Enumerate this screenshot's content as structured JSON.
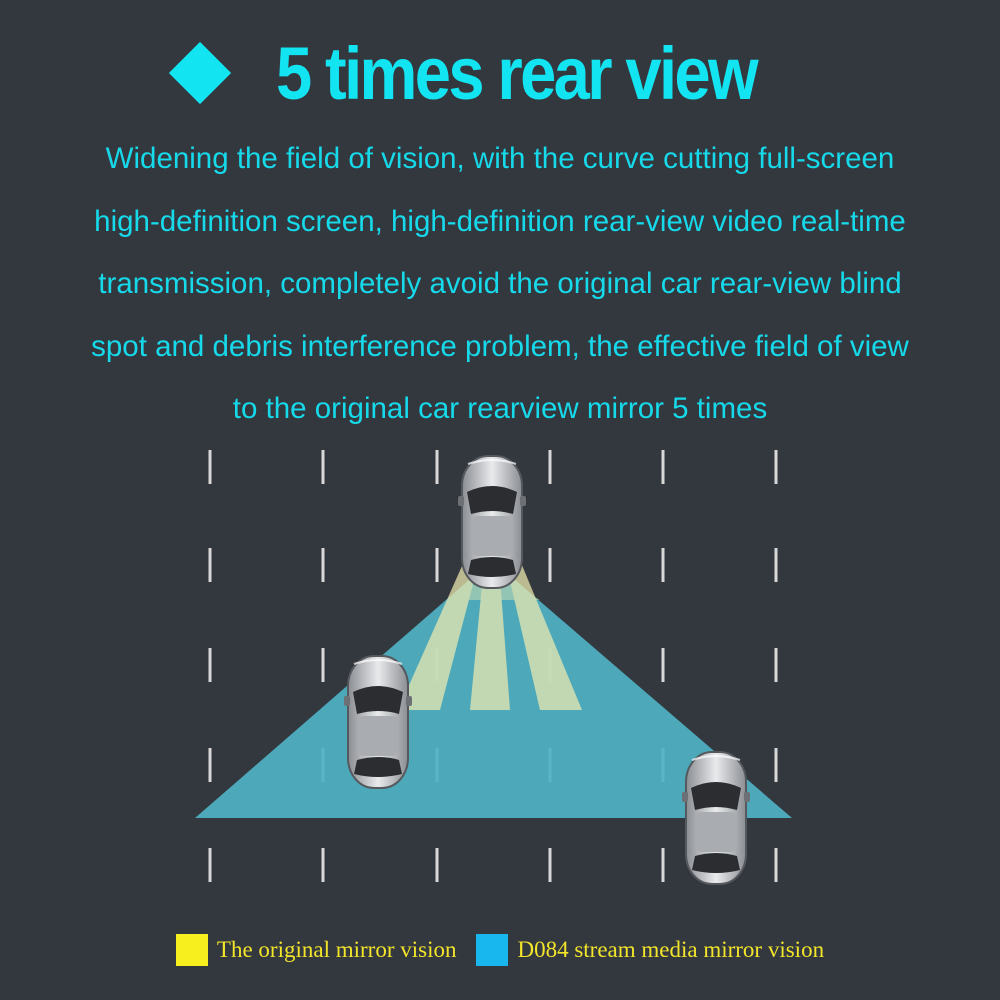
{
  "title": {
    "text": "5 times rear view"
  },
  "description": {
    "lines": [
      "Widening the field of vision, with the curve cutting full-screen",
      "high-definition screen, high-definition rear-view video real-time",
      "transmission, completely avoid the original car rear-view blind",
      "spot and debris interference problem, the effective field of view",
      "to the original car rearview mirror 5 times"
    ]
  },
  "legend": {
    "original": "The original mirror vision",
    "stream": "D084 stream media mirror vision"
  },
  "colors": {
    "background": "#33373e",
    "accent_cyan": "#12e4f2",
    "stream_vision": "#4fb3c4",
    "original_vision": "#f0ebb0",
    "legend_yellow_swatch": "#f7f01e",
    "legend_blue_swatch": "#18b8ef",
    "legend_text": "#f2e52a",
    "lane_marks": "#d8d8d8"
  }
}
